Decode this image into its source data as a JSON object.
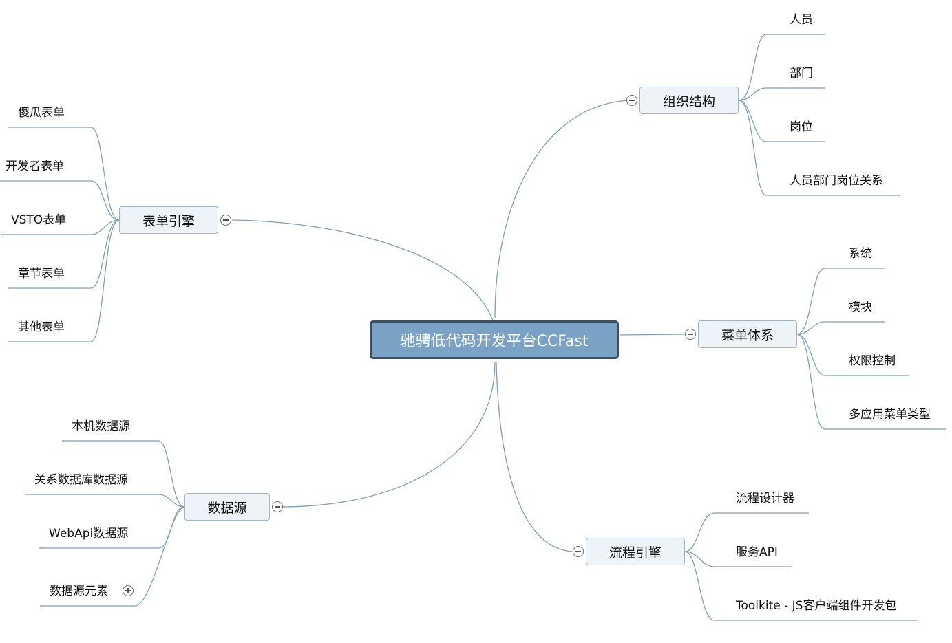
{
  "central": "驰骋低代码开发平台CCFast",
  "branches": {
    "org": {
      "title": "组织结构",
      "items": [
        "人员",
        "部门",
        "岗位",
        "人员部门岗位关系"
      ]
    },
    "form": {
      "title": "表单引擎",
      "items": [
        "傻瓜表单",
        "开发者表单",
        "VSTO表单",
        "章节表单",
        "其他表单"
      ]
    },
    "menu": {
      "title": "菜单体系",
      "items": [
        "系统",
        "模块",
        "权限控制",
        "多应用菜单类型"
      ]
    },
    "data": {
      "title": "数据源",
      "items": [
        "本机数据源",
        "关系数据库数据源",
        "WebApi数据源",
        "数据源元素"
      ]
    },
    "flow": {
      "title": "流程引擎",
      "items": [
        "流程设计器",
        "服务API",
        "Toolkite - JS客户端组件开发包"
      ]
    }
  },
  "colors": {
    "central_fill": "#7aa2c4",
    "central_border": "#3c4f63",
    "topic_fill": "#eef3f8",
    "topic_border": "#9db7cf",
    "line": "#7d9fbd"
  },
  "icons": {
    "collapse": "minus-circle-icon",
    "expand": "plus-circle-icon"
  }
}
